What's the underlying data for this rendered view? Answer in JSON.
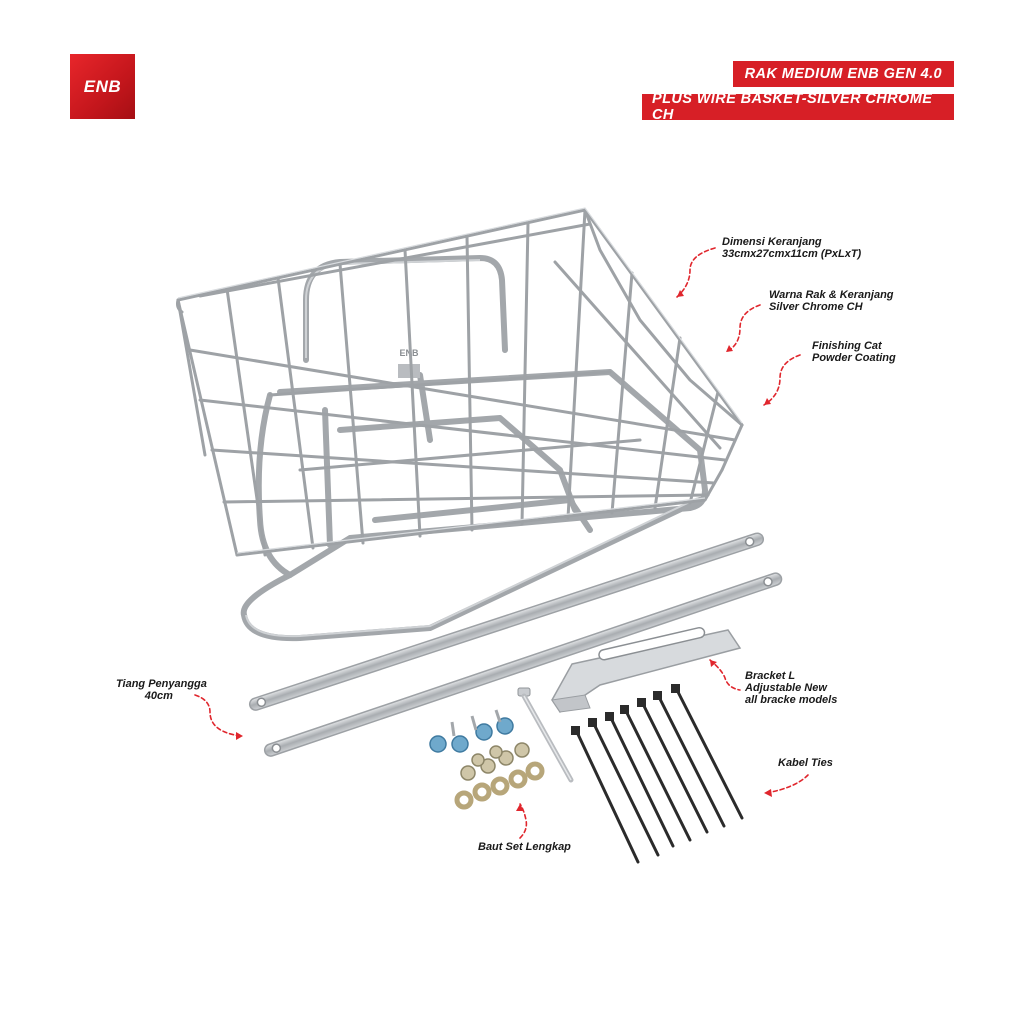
{
  "brand": {
    "logo_text": "ENB",
    "accent": "#d71f26"
  },
  "title": {
    "line1": "RAK MEDIUM ENB GEN 4.0",
    "line2": "PLUS WIRE BASKET-SILVER CHROME CH"
  },
  "basket_badge": "ENB",
  "annotations": {
    "dimensions": {
      "line1": "Dimensi Keranjang",
      "line2": "33cmx27cmx11cm (PxLxT)"
    },
    "color": {
      "line1": "Warna Rak & Keranjang",
      "line2": "Silver Chrome CH"
    },
    "finish": {
      "line1": "Finishing Cat",
      "line2": "Powder Coating"
    },
    "support": {
      "line1": "Tiang Penyangga",
      "line2": "40cm"
    },
    "bracket": {
      "line1": "Bracket L",
      "line2": "Adjustable New",
      "line3": "all bracke models"
    },
    "cable": {
      "line1": "Kabel Ties"
    },
    "bolts": {
      "line1": "Baut Set Lengkap"
    }
  }
}
